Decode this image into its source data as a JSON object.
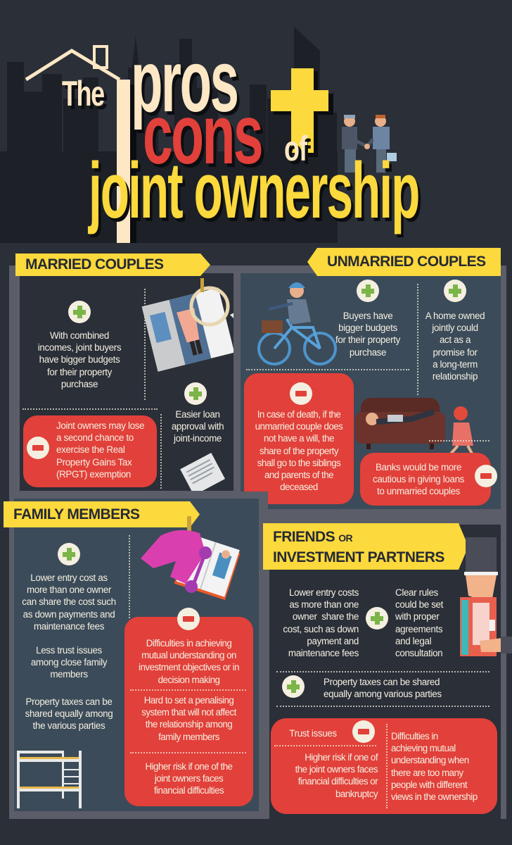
{
  "header": {
    "title_the": "The",
    "title_pros": "pros",
    "title_plus_symbol": "+",
    "title_cons": "cons",
    "title_of": "of",
    "title_joint_ownership": "joint ownership",
    "illustration": "handshake-businessmen"
  },
  "colors": {
    "background": "#2a2f38",
    "frame": "#5b5d68",
    "panel_blue": "#3b4b59",
    "banner_yellow": "#fcd93c",
    "cons_red": "#e2403a",
    "pros_green": "#7bb547",
    "cream": "#f4efe1"
  },
  "sections": {
    "married": {
      "title": "MARRIED COUPLES",
      "pros": [
        "With combined incomes, joint buyers have bigger budgets for their property purchase",
        "Easier loan approval with joint-income"
      ],
      "pros_lines": [
        [
          "With combined",
          "incomes, joint buyers",
          "have bigger budgets",
          "for their property",
          "purchase"
        ],
        [
          "Easier loan",
          "approval with",
          "joint-income"
        ]
      ],
      "cons": [
        "Joint owners may lose a second chance to exercise the Real Property Gains Tax (RPGT) exemption"
      ],
      "cons_lines": [
        [
          "Joint owners may lose",
          "a second chance to",
          "exercise the Real",
          "Property Gains Tax",
          "(RPGT) exemption"
        ]
      ],
      "illustrations": [
        "wardrobe-ring-icon",
        "document-icon"
      ]
    },
    "unmarried": {
      "title": "UNMARRIED COUPLES",
      "pros_lines": [
        [
          "Buyers have",
          "bigger budgets",
          "for their property",
          "purchase"
        ],
        [
          "A home owned",
          "jointly could",
          "act as a",
          "promise for",
          "a long-term",
          "relationship"
        ]
      ],
      "cons_lines": [
        [
          "In case of death, if the",
          "unmarried couple does",
          "not have a will, the",
          "share of the property",
          "shall go to the siblings",
          "and parents of the",
          "deceased"
        ],
        [
          "Banks would be more",
          "cautious in giving loans",
          "to unmarried couples"
        ]
      ],
      "illustrations": [
        "cyclist-icon",
        "sofa-couple-icon"
      ]
    },
    "family": {
      "title": "FAMILY MEMBERS",
      "pros_lines": [
        [
          "Lower entry cost as",
          "more than one owner",
          "can share the cost such",
          "as down payments and",
          "maintenance fees"
        ],
        [
          "Less trust issues",
          "among close family",
          "members"
        ],
        [
          "Property taxes can be",
          "shared equally among",
          "the various parties"
        ]
      ],
      "cons_lines": [
        [
          "Difficulties in achieving",
          "mutual understanding on",
          "investment objectives or in",
          "decision making"
        ],
        [
          "Hard to set a penalising",
          "system that will not affect",
          "the relationship among",
          "family members"
        ],
        [
          "Higher risk if one of the",
          "joint owners faces",
          "financial difficulties"
        ]
      ],
      "illustrations": [
        "scooter-book-icon",
        "bunk-bed-icon"
      ]
    },
    "friends": {
      "title_line1": "FRIENDS",
      "title_or": "OR",
      "title_line2": "INVESTMENT PARTNERS",
      "pros_lines": [
        [
          "Lower entry costs",
          "as more than one",
          "owner  share the",
          "cost, such as down",
          "payment and",
          "maintenance fees"
        ],
        [
          "Clear rules",
          "could be set",
          "with proper",
          "agreements",
          "and legal",
          "consultation"
        ],
        [
          "Property taxes can be shared",
          "equally among various parties"
        ]
      ],
      "cons_lines": [
        [
          "Trust issues"
        ],
        [
          "Higher risk if one of",
          "the joint owners faces",
          "financial difficulties or",
          "bankruptcy"
        ],
        [
          "Difficulties in",
          "achieving mutual",
          "understanding when",
          "there are too many",
          "people with different",
          "views in the ownership"
        ]
      ],
      "illustrations": [
        "laptop-hands-icon"
      ]
    }
  }
}
